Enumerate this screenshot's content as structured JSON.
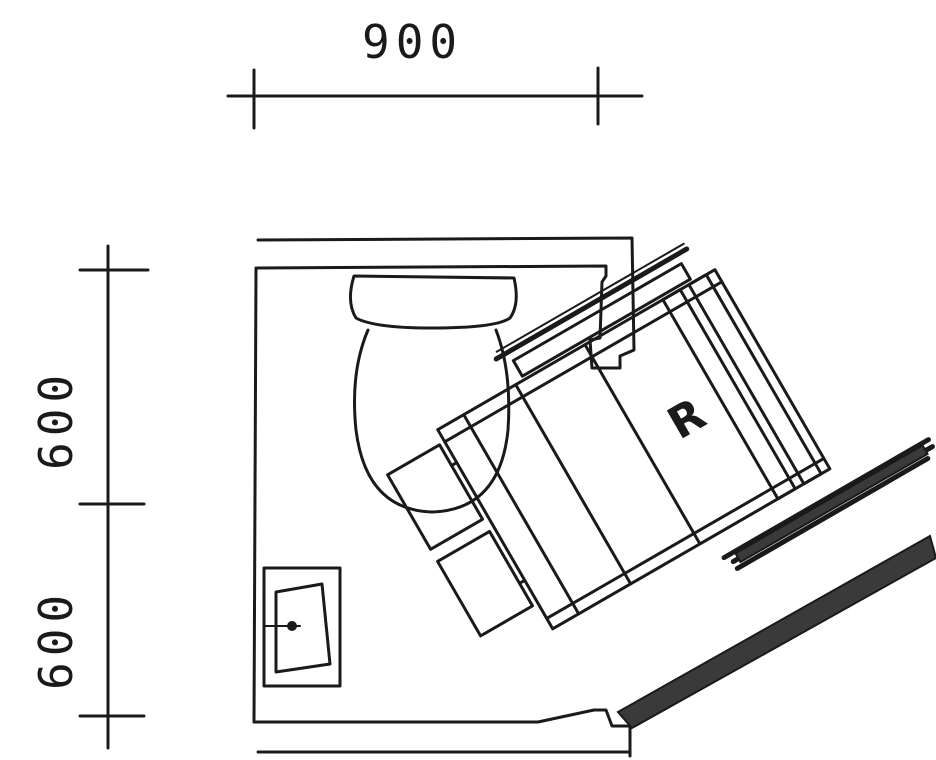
{
  "dimensions": {
    "top_width": "900",
    "left_upper": "600",
    "left_lower": "600"
  },
  "wheelchair": {
    "label": "R"
  }
}
